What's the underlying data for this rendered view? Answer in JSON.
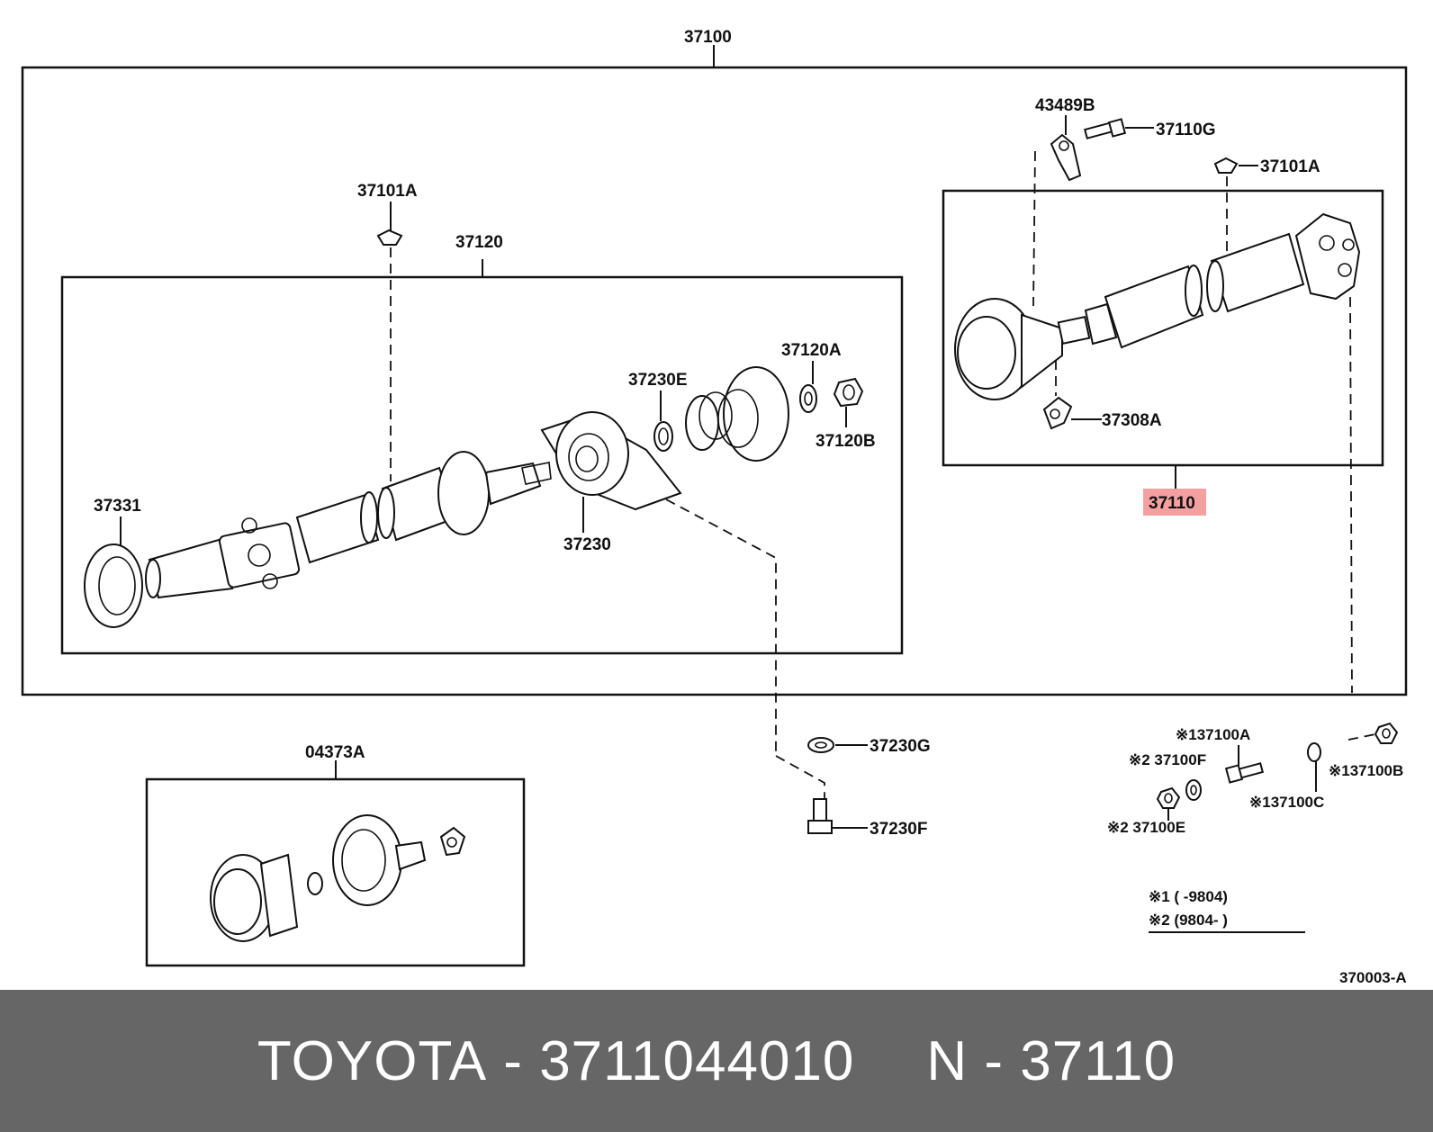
{
  "colors": {
    "highlight": "#f4a0a0",
    "footer_bg": "#666666",
    "footer_text": "#ffffff",
    "line": "#111111"
  },
  "labels": {
    "assembly": "37100",
    "rear_shaft": "37120",
    "rear_seal_cap_top": "37101A",
    "front_shaft": "37110",
    "front_seal_cap": "37101A",
    "clip": "43489B",
    "bolt_front": "37110G",
    "front_clip_lower": "37308A",
    "boot_seal": "37331",
    "bearing_seal": "37230E",
    "washer": "37120A",
    "nut": "37120B",
    "center_bearing": "37230",
    "repair_kit": "04373A",
    "washer_g": "37230G",
    "bolt_f": "37230F",
    "bolt_a": "※137100A",
    "washer_f": "※2 37100F",
    "nut_e": "※2 37100E",
    "washer_c": "※137100C",
    "nut_b": "※137100B",
    "note1": "※1 (      -9804)",
    "note2": "※2 (9804-       )",
    "diagram_code": "370003-A"
  },
  "footer": {
    "brand": "TOYOTA",
    "part_number": "3711044010",
    "ref_prefix": "N",
    "ref_number": "37110"
  }
}
